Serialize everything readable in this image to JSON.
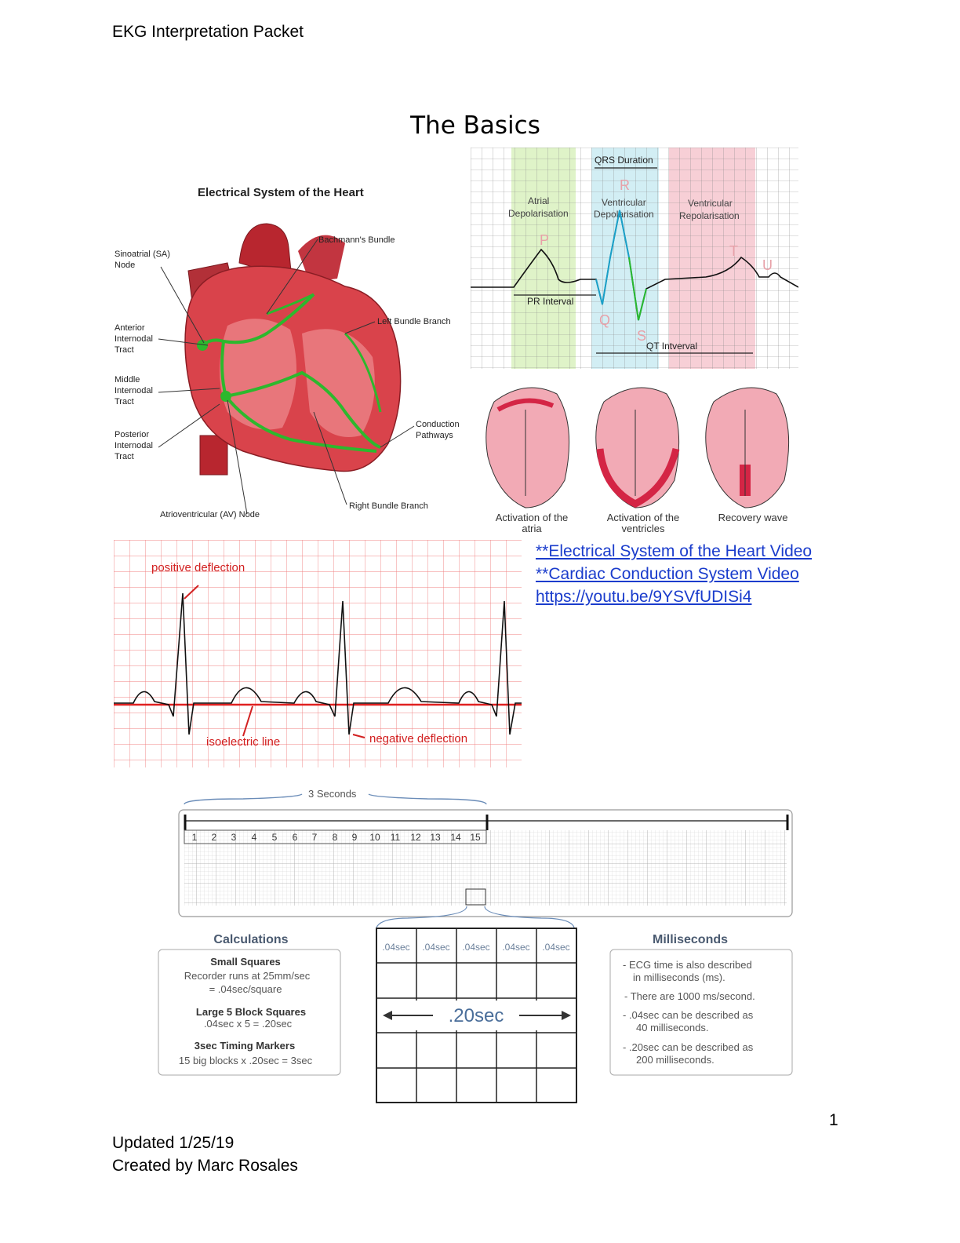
{
  "header": {
    "title": "EKG Interpretation Packet"
  },
  "page_title": "The Basics",
  "heart_figure": {
    "title": "Electrical System of the Heart",
    "labels": {
      "sa_node": [
        "Sinoatrial (SA)",
        "Node"
      ],
      "bachmann": "Bachmann's Bundle",
      "anterior": [
        "Anterior",
        "Internodal",
        "Tract"
      ],
      "left_bundle": "Left Bundle Branch",
      "middle": [
        "Middle",
        "Internodal",
        "Tract"
      ],
      "conduction": [
        "Conduction",
        "Pathways"
      ],
      "posterior": [
        "Posterior",
        "Internodal",
        "Tract"
      ],
      "right_bundle": "Right Bundle Branch",
      "av_node": "Atrioventricular (AV) Node"
    }
  },
  "waveform_figure": {
    "qrs_duration": "QRS Duration",
    "atrial_depol": [
      "Atrial",
      "Depolarisation"
    ],
    "vent_depol": [
      "Ventricular",
      "Depolarisation"
    ],
    "vent_repol": [
      "Ventricular",
      "Repolarisation"
    ],
    "waves": {
      "p": "P",
      "q": "Q",
      "r": "R",
      "s": "S",
      "t": "T",
      "u": "U"
    },
    "pr_interval": "PR Interval",
    "qt_interval": "QT Intverval"
  },
  "activation_figure": {
    "captions": [
      [
        "Activation of the",
        "atria"
      ],
      [
        "Activation of the",
        "ventricles"
      ],
      [
        "Recovery wave",
        ""
      ]
    ]
  },
  "deflection_figure": {
    "positive": "positive deflection",
    "isoelectric": "isoelectric line",
    "negative": "negative deflection"
  },
  "links": [
    "**Electrical System of the Heart Video",
    "**Cardiac Conduction System Video",
    "https://youtu.be/9YSVfUDISi4"
  ],
  "timing_figure": {
    "three_seconds": "3 Seconds",
    "block_numbers": [
      "1",
      "2",
      "3",
      "4",
      "5",
      "6",
      "7",
      "8",
      "9",
      "10",
      "11",
      "12",
      "13",
      "14",
      "15"
    ],
    "calculations": {
      "title": "Calculations",
      "small_squares_h": "Small Squares",
      "small_squares_1": "Recorder runs at 25mm/sec",
      "small_squares_2": "= .04sec/square",
      "large_h": "Large 5 Block Squares",
      "large_1": ".04sec x 5 = .20sec",
      "markers_h": "3sec Timing Markers",
      "markers_1": "15 big blocks x .20sec = 3sec"
    },
    "grid": {
      "cells": [
        ".04sec",
        ".04sec",
        ".04sec",
        ".04sec",
        ".04sec"
      ],
      "total": ".20sec"
    },
    "milliseconds": {
      "title": "Milliseconds",
      "l1a": "- ECG time is also described",
      "l1b": "in milliseconds (ms).",
      "l2": "- There are 1000 ms/second.",
      "l3a": "- .04sec can be described as",
      "l3b": "40 milliseconds.",
      "l4a": "- .20sec  can be described as",
      "l4b": "200 milliseconds."
    }
  },
  "page_number": "1",
  "footer": {
    "updated": "Updated 1/25/19",
    "author": "Created by Marc Rosales"
  },
  "colors": {
    "link": "#1a3ccc",
    "ecg_grid": "#f08080",
    "conduction": "#2db82d",
    "heart": "#c9303a"
  }
}
